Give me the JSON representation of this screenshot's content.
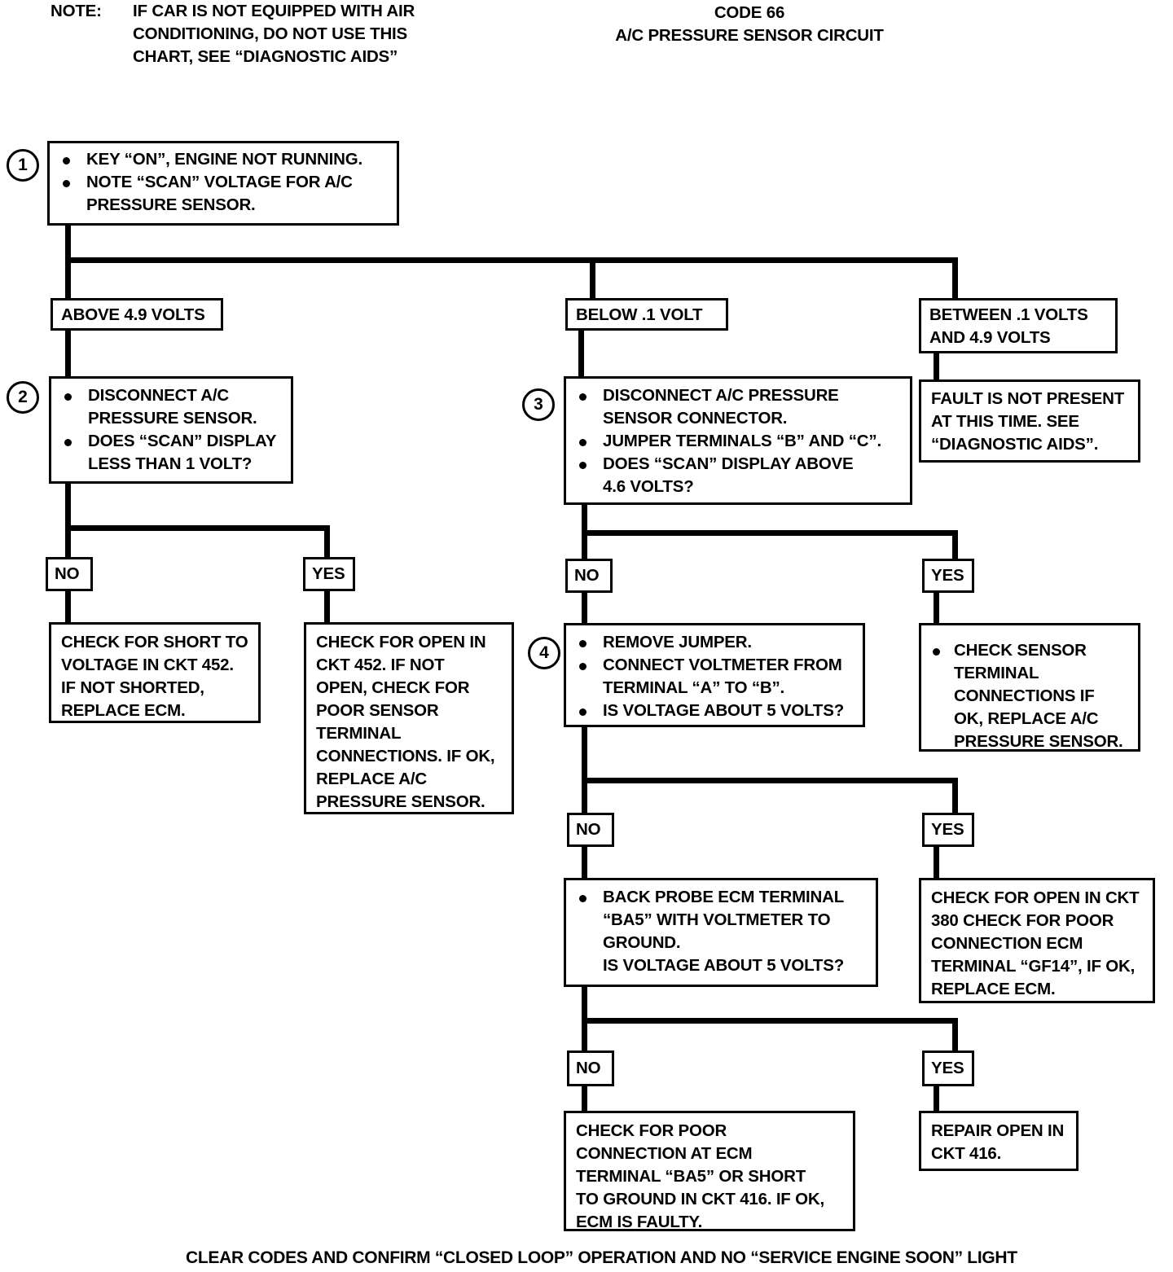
{
  "header": {
    "note_label": "NOTE:",
    "note_text": "IF CAR IS NOT EQUIPPED WITH AIR\nCONDITIONING, DO NOT USE THIS\nCHART, SEE “DIAGNOSTIC AIDS”",
    "code_title": "CODE 66\nA/C PRESSURE SENSOR CIRCUIT"
  },
  "steps": {
    "one": "1",
    "two": "2",
    "three": "3",
    "four": "4"
  },
  "boxes": {
    "step1": {
      "bullet1": "KEY “ON”, ENGINE NOT RUNNING.",
      "bullet2": "NOTE “SCAN” VOLTAGE FOR A/C\nPRESSURE SENSOR."
    },
    "branch_above": "ABOVE 4.9 VOLTS",
    "branch_below": "BELOW .1 VOLT",
    "branch_between": "BETWEEN .1 VOLTS\nAND 4.9 VOLTS",
    "step2": {
      "bullet1": "DISCONNECT A/C\nPRESSURE SENSOR.",
      "bullet2": "DOES “SCAN” DISPLAY\nLESS THAN 1 VOLT?"
    },
    "step3": {
      "bullet1": "DISCONNECT A/C PRESSURE\nSENSOR CONNECTOR.",
      "bullet2": "JUMPER TERMINALS “B” AND “C”.",
      "bullet3": "DOES “SCAN”  DISPLAY ABOVE\n4.6 VOLTS?"
    },
    "fault_not_present": "FAULT IS NOT PRESENT\nAT THIS TIME.  SEE\n“DIAGNOSTIC AIDS”.",
    "check_short_452": "CHECK FOR SHORT TO\nVOLTAGE IN CKT 452.\nIF NOT SHORTED,\nREPLACE ECM.",
    "check_open_452": "CHECK FOR OPEN IN\nCKT 452.  IF NOT\nOPEN, CHECK FOR\nPOOR SENSOR\nTERMINAL\nCONNECTIONS. IF OK,\nREPLACE A/C\nPRESSURE SENSOR.",
    "step4": {
      "bullet1": "REMOVE JUMPER.",
      "bullet2": "CONNECT VOLTMETER FROM\nTERMINAL “A” TO “B”.",
      "bullet3": "IS VOLTAGE ABOUT 5 VOLTS?"
    },
    "check_sensor_terminal": "CHECK SENSOR\nTERMINAL\nCONNECTIONS IF\nOK, REPLACE A/C\nPRESSURE SENSOR.",
    "back_probe": {
      "bullet1": "BACK PROBE ECM TERMINAL\n“BA5” WITH VOLTMETER TO\nGROUND.\nIS VOLTAGE ABOUT 5  VOLTS?"
    },
    "check_open_380": "CHECK FOR OPEN IN CKT\n380  CHECK FOR POOR\nCONNECTION ECM\nTERMINAL “GF14”, IF OK,\nREPLACE ECM.",
    "check_poor_connection": "CHECK FOR POOR\nCONNECTION AT ECM\nTERMINAL “BA5” OR SHORT\nTO GROUND IN CKT 416.  IF OK,\nECM IS FAULTY.",
    "repair_open_416": "REPAIR OPEN IN\nCKT 416."
  },
  "tags": {
    "no": "NO",
    "yes": "YES"
  },
  "footer": "CLEAR CODES AND CONFIRM “CLOSED LOOP” OPERATION AND NO “SERVICE ENGINE SOON” LIGHT",
  "colors": {
    "ink": "#000000",
    "paper": "#ffffff"
  }
}
